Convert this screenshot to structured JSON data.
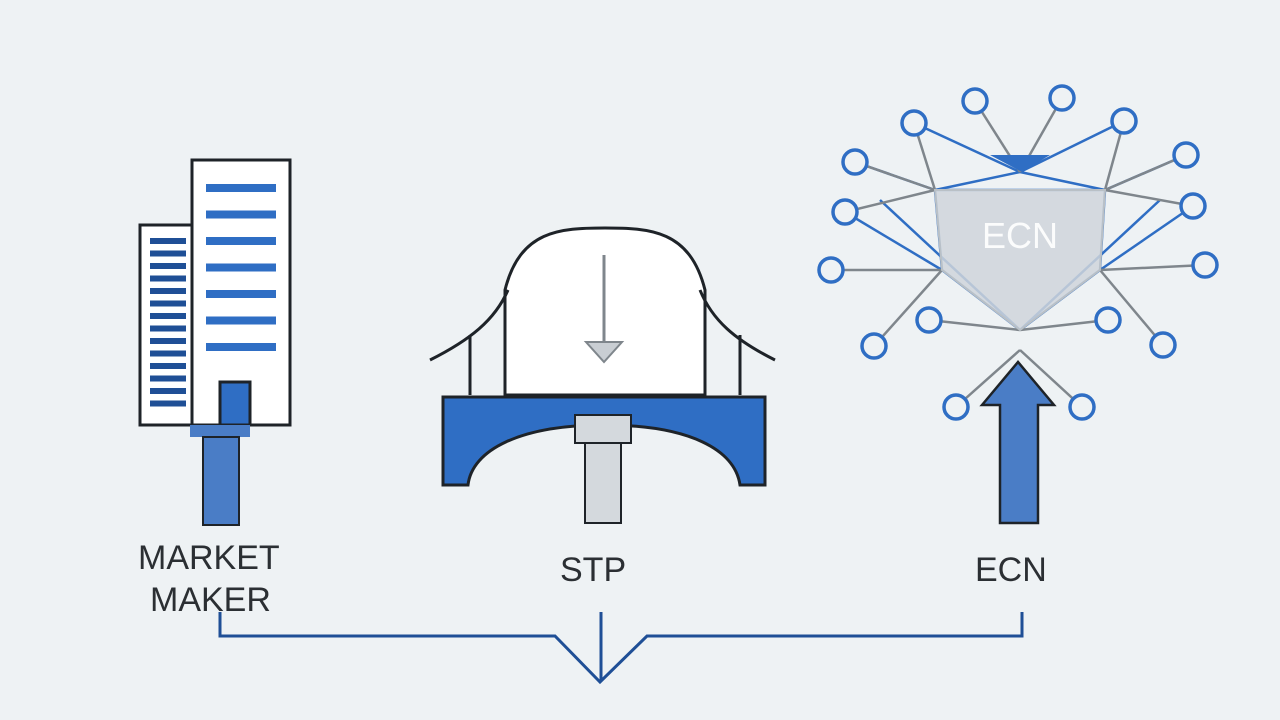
{
  "labels": {
    "market_maker_line1": "MARKET",
    "market_maker_line2": "MAKER",
    "stp": "STP",
    "ecn": "ECN"
  },
  "shield_text": "ECN",
  "colors": {
    "background": "#eef2f4",
    "accent_blue": "#2f6ec4",
    "fill_blue": "#4a7dc6",
    "dark_blue": "#1f4f96",
    "outline": "#1e2328",
    "gray_line": "#7f868c",
    "light_gray": "#d4d9dd",
    "label_text": "#2b2f33"
  },
  "icons": [
    "building-icon",
    "bridge-icon",
    "network-icon",
    "down-arrow-icon",
    "up-arrow-icon",
    "shield-icon",
    "bracket-connector"
  ]
}
